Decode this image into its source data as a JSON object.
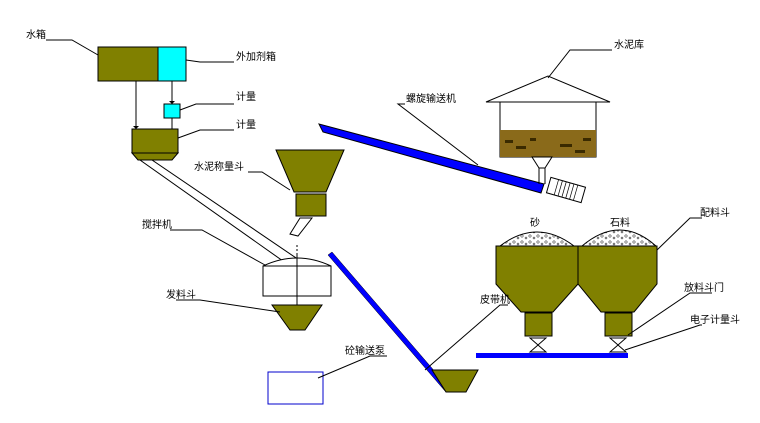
{
  "labels": {
    "water_tank": "水箱",
    "additive_tank": "外加剂箱",
    "meter_small": "计量",
    "meter_main": "计量",
    "cement_silo": "水泥库",
    "screw_conveyor": "螺旋输送机",
    "cement_weigh_hopper": "水泥称量斗",
    "mixer": "搅拌机",
    "discharge_hopper": "发料斗",
    "belt_conveyor": "皮带机",
    "concrete_pump": "砼输送泵",
    "sand": "砂",
    "stone": "石料",
    "batching_hopper": "配料斗",
    "hopper_gate": "放料斗门",
    "electronic_weigh_hopper": "电子计量斗"
  },
  "colors": {
    "olive": "#808000",
    "olive_dark": "#6b6b00",
    "cyan": "#00ffff",
    "belt_blue": "#0000ff",
    "silo_brown": "#8a6a1a",
    "pump_outline": "#0000cc"
  }
}
